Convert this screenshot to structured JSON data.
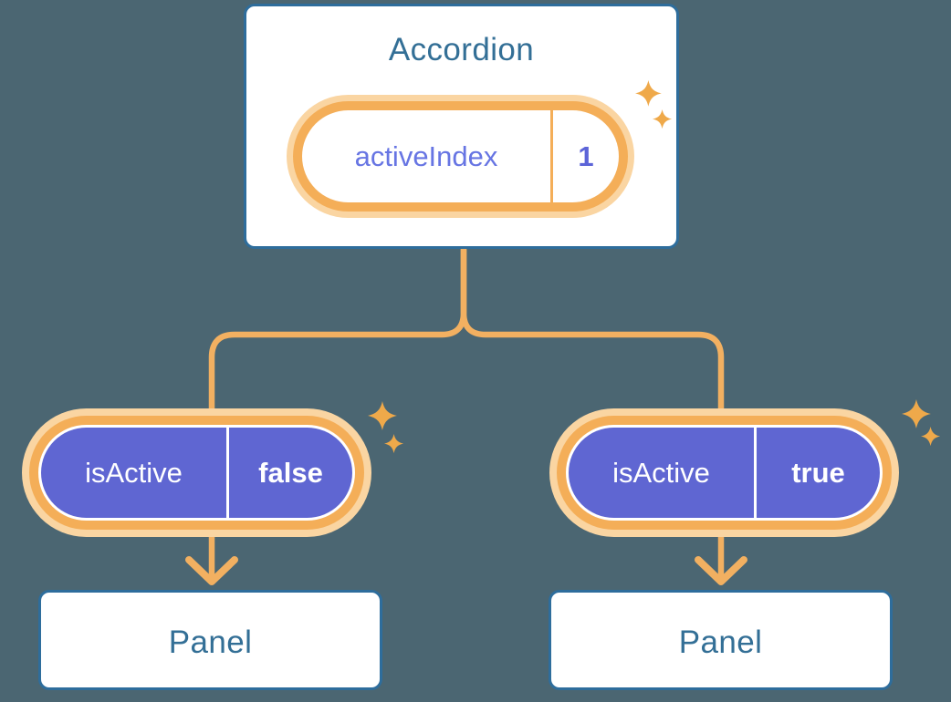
{
  "diagram": {
    "root": {
      "title": "Accordion",
      "pill": {
        "label": "activeIndex",
        "value": "1"
      }
    },
    "branches": [
      {
        "pill": {
          "label": "isActive",
          "value": "false"
        },
        "panel": {
          "title": "Panel"
        }
      },
      {
        "pill": {
          "label": "isActive",
          "value": "true"
        },
        "panel": {
          "title": "Panel"
        }
      }
    ]
  },
  "icons": {
    "sparkle": "sparkle-icon",
    "arrow": "arrow-down-icon"
  },
  "colors": {
    "background": "#4B6672",
    "box-border": "#2E6D9C",
    "heading-text": "#336F96",
    "pill-ring": "#F4AE58",
    "pill-glow": "#FAD5A2",
    "connector": "#F2B061",
    "sparkle": "#EFA94A",
    "purple-fill": "#5F66D2",
    "purple-label": "#6775E3",
    "purple-value": "#5C64D8",
    "white-text": "#FFFFFF"
  }
}
